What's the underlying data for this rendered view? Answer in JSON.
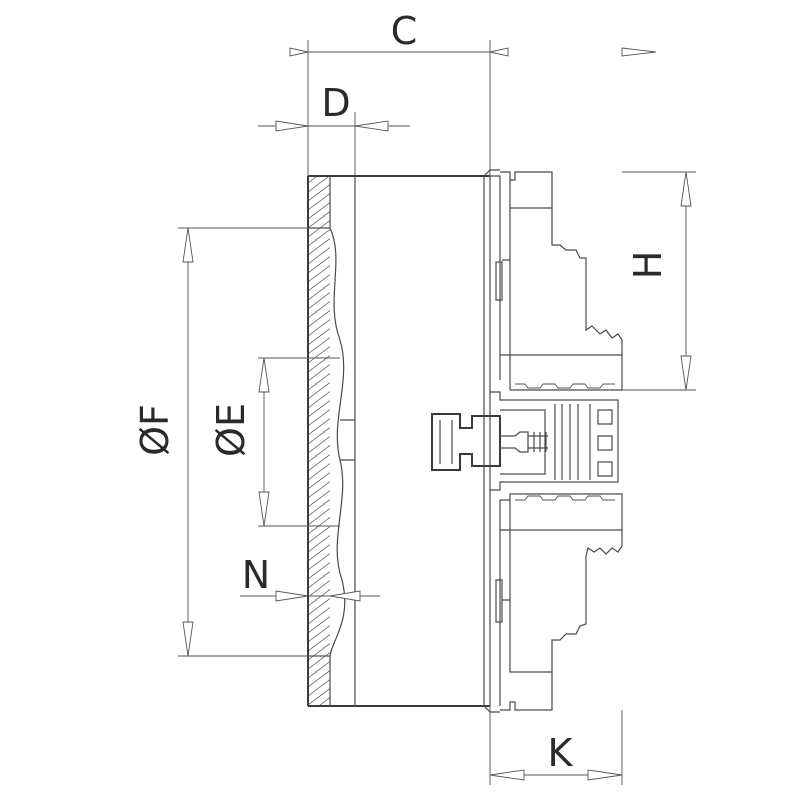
{
  "labels": {
    "C": "C",
    "D": "D",
    "F": "ØF",
    "E": "ØE",
    "N": "N",
    "H": "H",
    "K": "K"
  }
}
